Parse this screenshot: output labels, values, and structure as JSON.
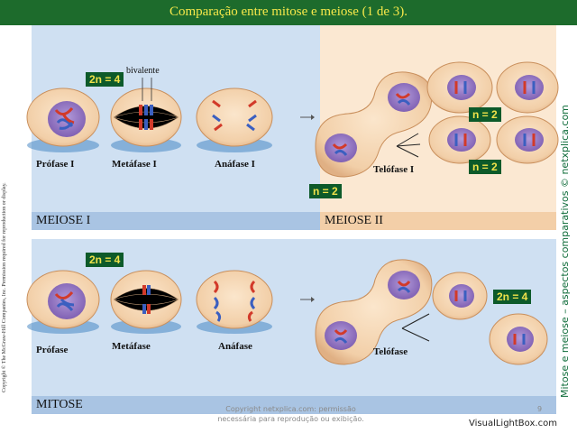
{
  "title": "Comparação entre mitose e meiose (1 de 3).",
  "sections": {
    "meiose1": "MEIOSE I",
    "meiose2": "MEIOSE II",
    "mitose": "MITOSE"
  },
  "meiose_labels": {
    "prophase": "Prófase I",
    "metaphase": "Metáfase I",
    "anaphase": "Anáfase I",
    "telophase": "Telófase I"
  },
  "mitose_labels": {
    "prophase": "Prófase",
    "metaphase": "Metáfase",
    "anaphase": "Anáfase",
    "telophase": "Telófase"
  },
  "badges": {
    "meiose_start": "2n = 4",
    "meiose_telophase": "n = 2",
    "meiose_q1": "n = 2",
    "meiose_q2": "n = 2",
    "mitose_start": "2n = 4",
    "mitose_end": "2n = 4"
  },
  "annotation_bivalente": "bivalente",
  "left_credit": "Copyright © The McGraw-Hill Companies, Inc. Permission required for reproduction or display.",
  "right_credit": "Mitose e meiose – aspectos comparativos © netxplica.com",
  "footer": {
    "copyright_line1": "Copyright netxplica.com: permissão",
    "copyright_line2": "necessária para reprodução ou exibição.",
    "page_number": "9"
  },
  "watermark": "VisualLightBox.com",
  "colors": {
    "title_bar": "#1d6b2c",
    "title_text": "#f6e84a",
    "blue_panel": "#cfe0f2",
    "peach_panel": "#fbe8d2",
    "badge_bg": "#0d5a2a",
    "badge_text": "#f0e24a",
    "cell_fill": "#f6d9b8",
    "nucleus": "#8e6bbf",
    "chrom_red": "#d23a2a",
    "chrom_blue": "#3b5fc0"
  }
}
